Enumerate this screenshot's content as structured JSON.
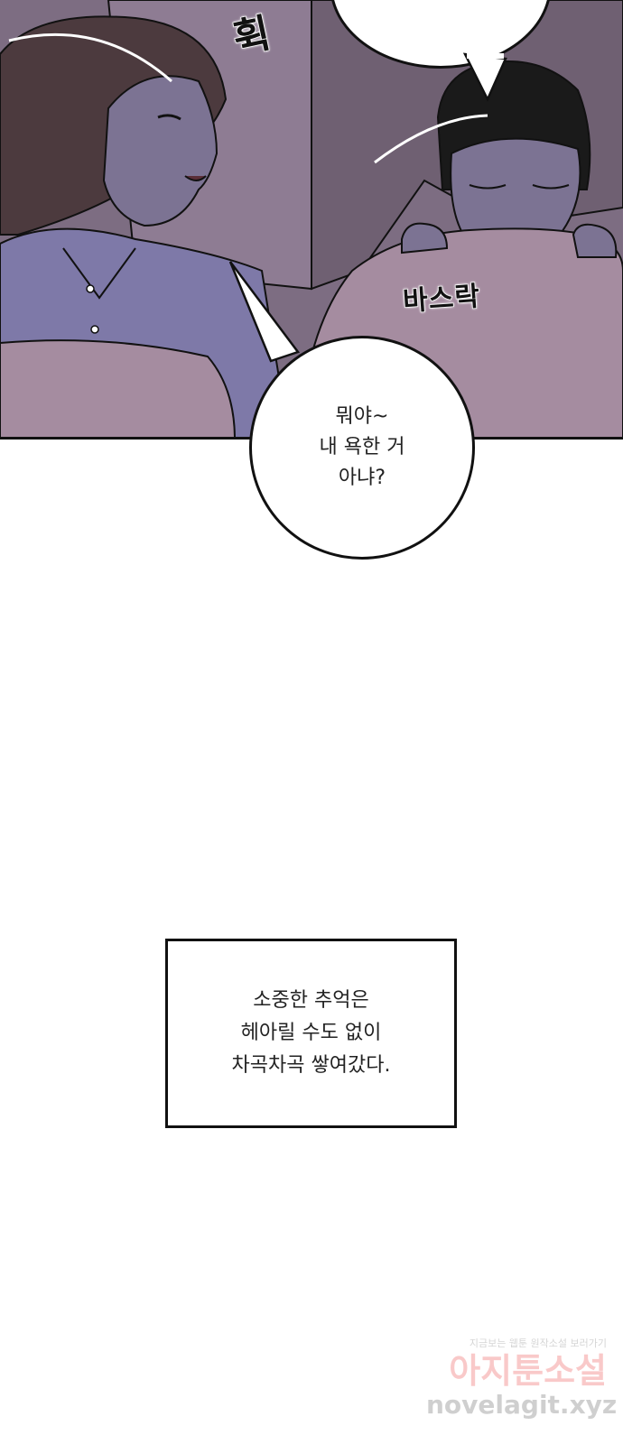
{
  "panel": {
    "sfx_whoosh": "휙",
    "sfx_rustle": "바스락",
    "colors": {
      "background": "#7d6d82",
      "pillow": "#8e7c93",
      "shirt": "#7e79a8",
      "skin": "#7c7393",
      "blanket": "#a58ca0",
      "hair": "#4c3a3e",
      "ink": "#111111"
    }
  },
  "speech_bubble": {
    "lines": [
      "뭐야~",
      "내 욕한 거",
      "아냐?"
    ]
  },
  "caption_box": {
    "lines": [
      "소중한 추억은",
      "헤아릴 수도 없이",
      "차곡차곡 쌓여갔다."
    ]
  },
  "watermark": {
    "top": "지금보는 웹툰 원작소설 보러가기",
    "main": "아지툰소설",
    "url": "novelagit.xyz"
  }
}
